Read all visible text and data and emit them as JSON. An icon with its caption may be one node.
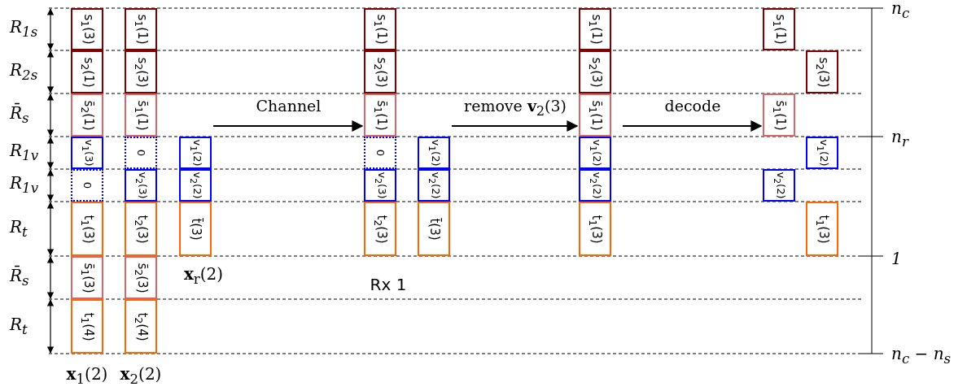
{
  "diagram": {
    "nodes": [
      {
        "text": [
          "s$_{1}$(3)"
        ]
      },
      {
        "text": [
          "s$_{2}$(1)"
        ]
      },
      {
        "text": [
          "s̄$_{2}$(1)"
        ]
      },
      {
        "text": [
          "v$_{1}$(3)"
        ]
      },
      {
        "text": [
          "0"
        ]
      },
      {
        "text": [
          "t$_{1}$(3)"
        ]
      },
      {
        "text": [
          "s̄$_{1}$(3)"
        ]
      },
      {
        "text": [
          "t$_{1}$(4)"
        ]
      },
      {
        "text": [
          "s$_{1}$(1)"
        ]
      },
      {
        "text": [
          "s$_{2}$(3)"
        ]
      },
      {
        "text": [
          "s̄$_{1}$(1)"
        ]
      },
      {
        "text": [
          "0"
        ]
      },
      {
        "text": [
          "v$_{2}$(3)"
        ]
      },
      {
        "text": [
          "t$_{2}$(3)"
        ]
      },
      {
        "text": [
          "s̄$_{2}$(3)"
        ]
      },
      {
        "text": [
          "t$_{2}$(4)"
        ]
      },
      {
        "text": [
          "v$_{1}$(2)"
        ]
      },
      {
        "text": [
          "v$_{2}$(2)"
        ]
      },
      {
        "text": [
          "t̄(3)"
        ]
      },
      {
        "text": [
          "s$_{1}$(1)"
        ]
      },
      {
        "text": [
          "s$_{2}$(3)"
        ]
      },
      {
        "text": [
          "s̄$_{1}$(1)"
        ]
      },
      {
        "text": [
          "0"
        ]
      },
      {
        "text": [
          "v$_{2}$(3)"
        ]
      },
      {
        "text": [
          "t$_{2}$(3)"
        ]
      },
      {
        "text": [
          "v$_{1}$(2)"
        ]
      },
      {
        "text": [
          "v$_{2}$(2)"
        ]
      },
      {
        "text": [
          "t̄(3)"
        ]
      },
      {
        "text": [
          "s$_{1}$(1)"
        ]
      },
      {
        "text": [
          "s$_{2}$(3)"
        ]
      },
      {
        "text": [
          "s̄$_{1}$(1)"
        ]
      },
      {
        "text": [
          "v$_{1}$(2)"
        ]
      },
      {
        "text": [
          "v$_{2}$(2)"
        ]
      },
      {
        "text": [
          "t$_{1}$(3)"
        ]
      },
      {
        "text": [
          "s$_{1}$(1)"
        ]
      },
      {
        "text": [
          "s̄$_{1}$(1)"
        ]
      },
      {
        "text": [
          "v$_{2}$(2)"
        ]
      },
      {
        "text": [
          "s$_{2}$(3)"
        ]
      },
      {
        "text": [
          "v$_{1}$(2)"
        ]
      },
      {
        "text": [
          "t$_{1}$(3)"
        ]
      }
    ],
    "edges": [
      {
        "from": 16,
        "to": 21,
        "arrow": "to",
        "label": "Channel"
      },
      {
        "from": 25,
        "to": 30,
        "arrow": "to",
        "label": "remove **v**$_{2}$(3)"
      },
      {
        "from": 30,
        "to": 35,
        "arrow": "to",
        "label": "decode"
      }
    ],
    "labels": [
      "R$_{1s}$",
      "R$_{2s}$",
      "R̄$_{s}$",
      "R$_{1v}$",
      "R$_{1v}$",
      "R$_{t}$",
      "R̄$_{s}$",
      "R$_{t}$",
      "n$_{c}$",
      "n$_{r}$",
      "1",
      "n$_{c}$ − n$_{s}$",
      "**x**$_{r}$(2)",
      "Rx 1",
      "**x**$_{1}$(2)",
      "**x**$_{2}$(2)"
    ]
  }
}
